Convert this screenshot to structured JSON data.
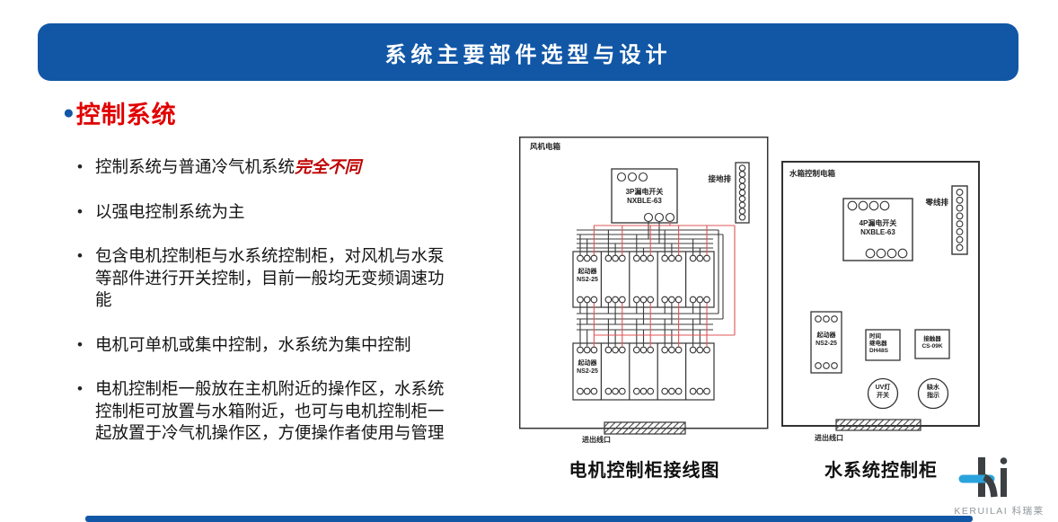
{
  "header": {
    "title": "系统主要部件选型与设计"
  },
  "section": {
    "bullet_glyph": "●",
    "title": "控制系统"
  },
  "bullet_marker": "•",
  "bullets": [
    {
      "text": "控制系统与普通冷气机系统",
      "highlight": "完全不同"
    },
    {
      "text": "以强电控制系统为主"
    },
    {
      "text": "包含电机控制柜与水系统控制柜，对风机与水泵等部件进行开关控制，目前一般均无变频调速功能"
    },
    {
      "text": "电机可单机或集中控制，水系统为集中控制"
    },
    {
      "text": "电机控制柜一般放在主机附近的操作区，水系统控制柜可放置与水箱附近，也可与电机控制柜一起放置于冷气机操作区，方便操作者使用与管理"
    }
  ],
  "motor_diagram": {
    "enclosure_label": "风机电箱",
    "breaker_name": "3P漏电开关",
    "breaker_model": "NXBLE-63",
    "ground_bar_label": "接地排",
    "starter_name": "起动器",
    "starter_model": "NS2-25",
    "port_label": "进出线口",
    "caption": "电机控制柜接线图"
  },
  "water_diagram": {
    "enclosure_label": "水箱控制电箱",
    "breaker_name": "4P漏电开关",
    "breaker_model": "NXBLE-63",
    "neutral_bar_label": "零线排",
    "starter_name": "起动器",
    "starter_model": "NS2-25",
    "timer_line1": "时间",
    "timer_line2": "继电器",
    "timer_model": "DH48S",
    "contactor_name": "接触器",
    "contactor_model": "CS-09K",
    "uv_line1": "UV灯",
    "uv_line2": "开关",
    "water_line1": "缺水",
    "water_line2": "指示",
    "port_label": "进出线口",
    "caption": "水系统控制柜"
  },
  "logo": {
    "text": "KERUILAI 科瑞莱"
  },
  "colors": {
    "banner_blue": "#1157a6",
    "accent_red": "#e00000",
    "wire_black": "#3a3a3a",
    "wire_red": "#e05555"
  }
}
